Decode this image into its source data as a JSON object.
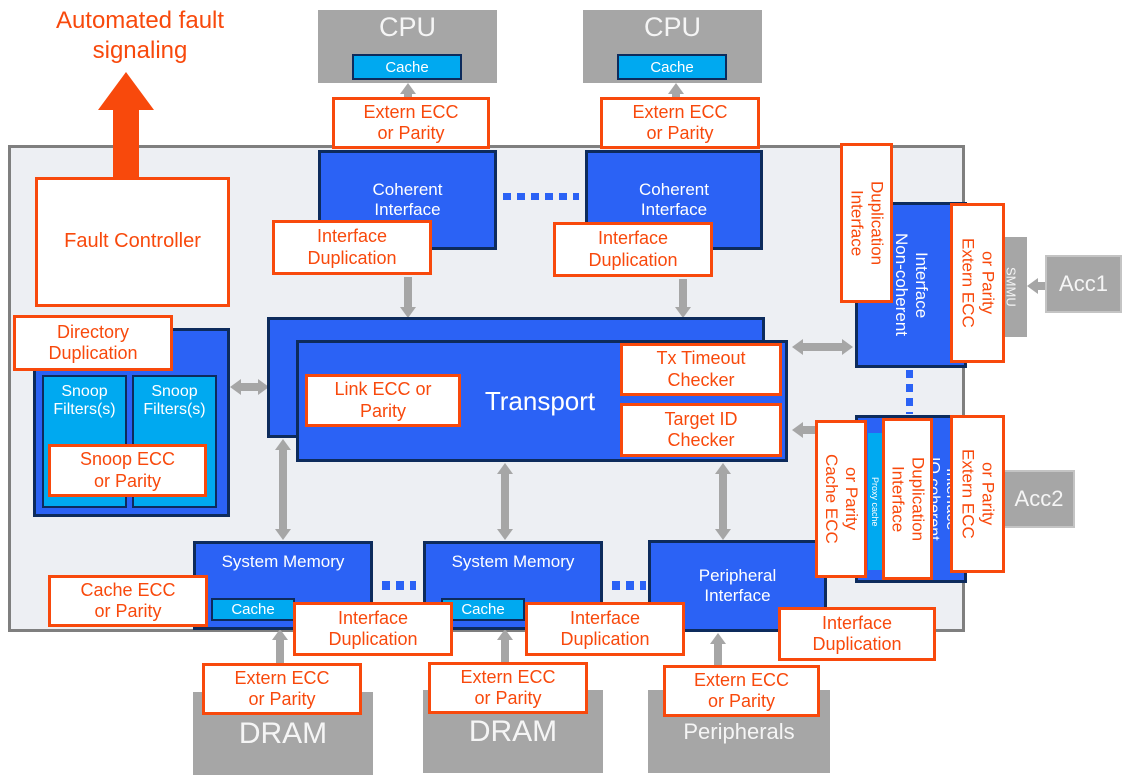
{
  "annotation": {
    "fault_signal": "Automated fault\nsignaling"
  },
  "labels": {
    "fault_controller": "Fault Controller",
    "directory_duplication": "Directory\nDuplication",
    "snoop_ecc": "Snoop ECC\nor Parity",
    "cache_ecc": "Cache ECC\nor Parity",
    "extern_ecc": "Extern ECC\nor Parity",
    "interface_duplication": "Interface\nDuplication",
    "link_ecc": "Link ECC or\nParity",
    "tx_timeout": "Tx Timeout\nChecker",
    "target_id": "Target ID\nChecker"
  },
  "blocks": {
    "cpu": "CPU",
    "cache": "Cache",
    "coherent_interface": "Coherent\nInterface",
    "transport": "Transport",
    "system_memory": "System Memory",
    "peripheral_interface": "Peripheral\nInterface",
    "non_coherent_interface": "Non-coherent\nInterface",
    "io_coherent_interface": "IO coherent\nInterface",
    "proxy_cache": "Proxy cache",
    "snoop_filters": "Snoop\nFilters(s)",
    "smmu": "SMMU",
    "dram": "DRAM",
    "peripherals": "Peripherals",
    "acc1": "Acc1",
    "acc2": "Acc2"
  },
  "colors": {
    "orange": "#F8490C",
    "blue": "#2B62F5",
    "navy_border": "#0D2B5C",
    "cyan": "#00A9F0",
    "gray_block": "#A6A6A6",
    "container_bg": "#EDEFF3",
    "container_border": "#7F7F7F"
  }
}
